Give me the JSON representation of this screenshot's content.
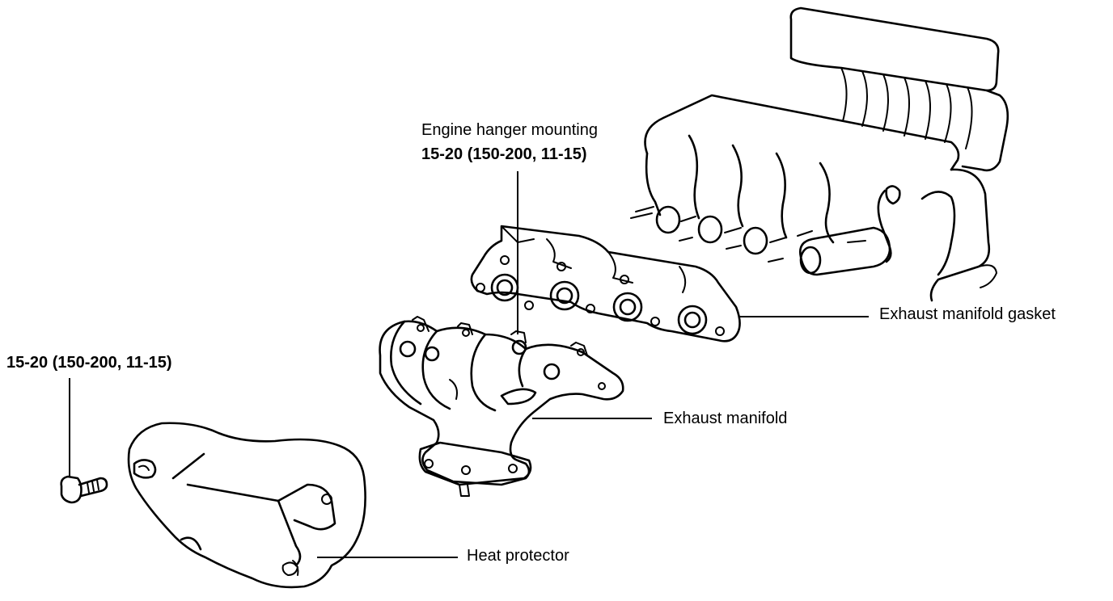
{
  "labels": {
    "engine_hanger_title": "Engine hanger mounting",
    "engine_hanger_torque": "15-20 (150-200, 11-15)",
    "bolt_torque": "15-20 (150-200, 11-15)",
    "exhaust_manifold_gasket": "Exhaust manifold gasket",
    "exhaust_manifold": "Exhaust manifold",
    "heat_protector": "Heat protector"
  }
}
